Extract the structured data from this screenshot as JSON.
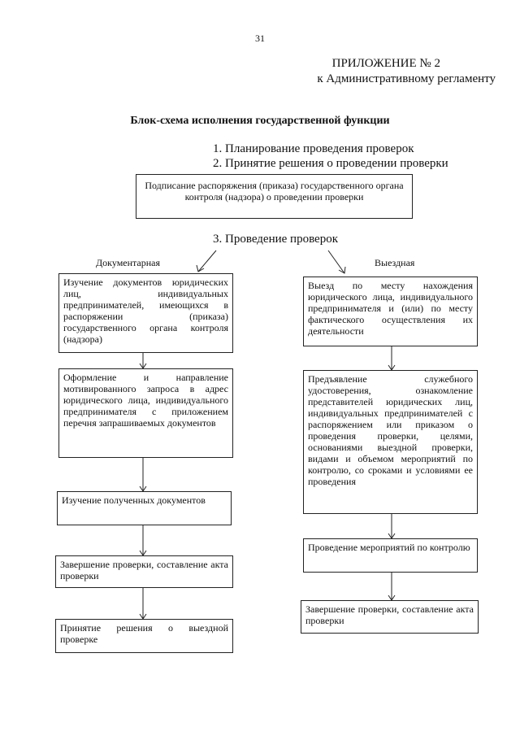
{
  "page_number": "31",
  "appendix": {
    "line1": "ПРИЛОЖЕНИЕ № 2",
    "line2": "к Административному регламенту"
  },
  "title": "Блок-схема исполнения государственной функции",
  "steps": {
    "s1": "1. Планирование проведения проверок",
    "s2": "2. Принятие решения о проведении проверки",
    "s3": "3. Проведение проверок"
  },
  "top_box": "Подписание распоряжения (приказа) государственного органа контроля (надзора) о проведении проверки",
  "branches": {
    "left_label": "Документарная",
    "right_label": "Выездная"
  },
  "left_boxes": [
    "Изучение документов юридических лиц, индивидуальных предпринимателей, имеющихся в распоряжении (приказа) государственного органа контроля (надзора)",
    "Оформление и направление мотивированного запроса в адрес юридического лица, индивидуального предпринимателя с приложением перечня запрашиваемых документов",
    "Изучение полученных документов",
    "Завершение проверки, составление акта проверки",
    "Принятие решения о выездной проверке"
  ],
  "right_boxes": [
    "Выезд по месту нахождения юридического лица, индивидуального предпринимателя и (или) по месту фактического осуществления их деятельности",
    "Предъявление служебного удостоверения, ознакомление представителей юридических лиц, индивидуальных предпринимателей с распоряжением или приказом о проведения проверки, целями, основаниями выездной проверки, видами и объемом мероприятий по контролю, со сроками и условиями ее проведения",
    "Проведение мероприятий по контролю",
    "Завершение проверки, составление акта проверки"
  ]
}
